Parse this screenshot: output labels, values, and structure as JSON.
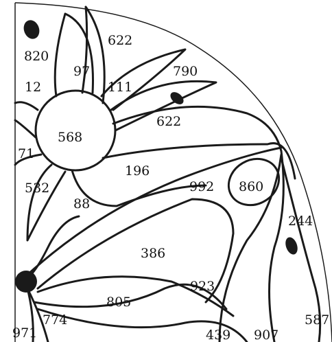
{
  "numbers": {
    "n820": "820",
    "n622a": "622",
    "n97": "97",
    "n790": "790",
    "n12": "12",
    "n111": "111",
    "n622b": "622",
    "n568": "568",
    "n71": "71",
    "n196": "196",
    "n992": "992",
    "n860": "860",
    "n532": "532",
    "n88": "88",
    "n244": "244",
    "n386": "386",
    "n923": "923",
    "n805": "805",
    "n774": "774",
    "n971": "971",
    "n439": "439",
    "n907": "907",
    "n587": "587"
  }
}
